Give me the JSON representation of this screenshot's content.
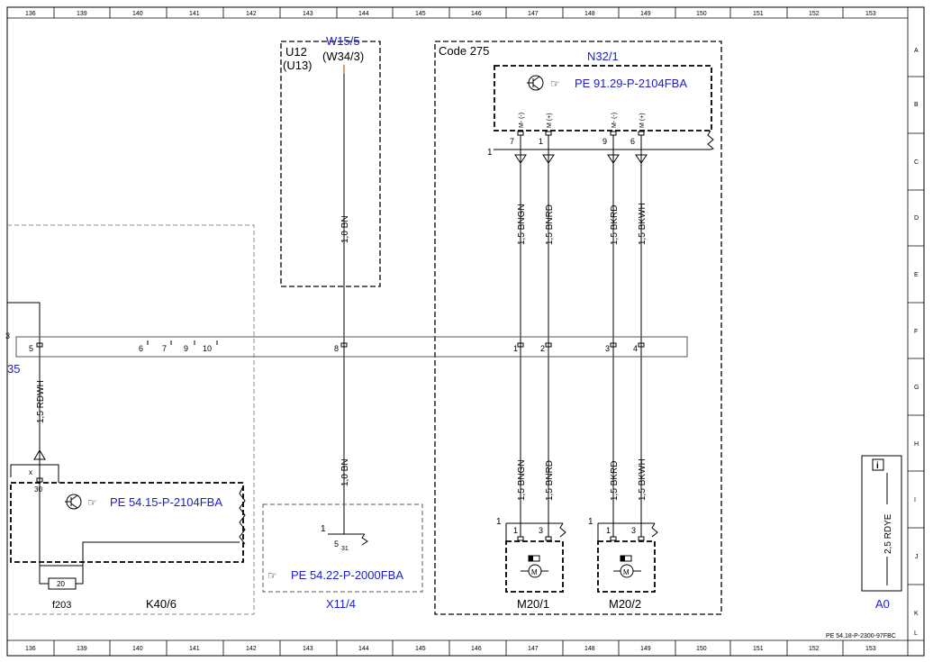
{
  "grid": {
    "columns": [
      "136",
      "139",
      "140",
      "141",
      "142",
      "143",
      "144",
      "145",
      "146",
      "147",
      "148",
      "149",
      "150",
      "151",
      "152",
      "153"
    ],
    "rows": [
      "A",
      "B",
      "C",
      "D",
      "E",
      "F",
      "G",
      "H",
      "I",
      "J",
      "K",
      "L"
    ]
  },
  "components": {
    "u12_label": "U12",
    "u13_label": "(U13)",
    "w15_label": "W15/5",
    "w34_label": "(W34/3)",
    "code_label": "Code 275",
    "n32_label": "N32/1",
    "n32_ref": "PE 91.29-P-2104FBA",
    "k40_ref": "PE 54.15-P-2104FBA",
    "k40_label": "K40/6",
    "f203_label": "f203",
    "fuse_value": "20",
    "x11_ref": "PE 54.22-P-2000FBA",
    "x11_label": "X11/4",
    "m20_1_label": "M20/1",
    "m20_2_label": "M20/2",
    "a0_label": "A0",
    "left_partial_label": "35",
    "footer_ref": "PE 54.18-P-2300-97FBC"
  },
  "wires": {
    "w_bn_upper": "1,0 BN",
    "w_bn_lower": "1,0 BN",
    "w_rdwh": "1,5 RDWH",
    "w_bngn_upper": "1,5 BNGN",
    "w_bnrd_upper": "1,5 BNRD",
    "w_bkrd_upper": "1,5 BKRD",
    "w_bkwh_upper": "1,5 BKWH",
    "w_bngn_lower": "1,5 BNGN",
    "w_bnrd_lower": "1,5 BNRD",
    "w_bkrd_lower": "1,5 BKRD",
    "w_bkwh_lower": "1,5 BKWH",
    "w_rdye": "2,5 RDYE"
  },
  "pins": {
    "n32_p7": "7",
    "n32_p1": "1",
    "n32_p9": "9",
    "n32_p6": "6",
    "n32_pol1": "M- (-)",
    "n32_pol2": "M (+)",
    "n32_pol3": "M- (-)",
    "n32_pol4": "M (+)",
    "n32_connector": "1",
    "bus_5": "5",
    "bus_6": "6",
    "bus_7": "7",
    "bus_9": "9",
    "bus_10": "10",
    "bus_8": "8",
    "bus_1": "1",
    "bus_2": "2",
    "bus_3": "3",
    "bus_4": "4",
    "bus_edge": "3",
    "k40_pin_x": "x",
    "k40_pin_30": "30",
    "x11_connector": "1",
    "x11_p5": "5",
    "x11_p31": "31",
    "m1_connector": "1",
    "m1_p1": "1",
    "m1_p3": "3",
    "m2_connector": "1",
    "m2_p1": "1",
    "m2_p3": "3",
    "motor_symbol": "M",
    "info_symbol": "i"
  }
}
